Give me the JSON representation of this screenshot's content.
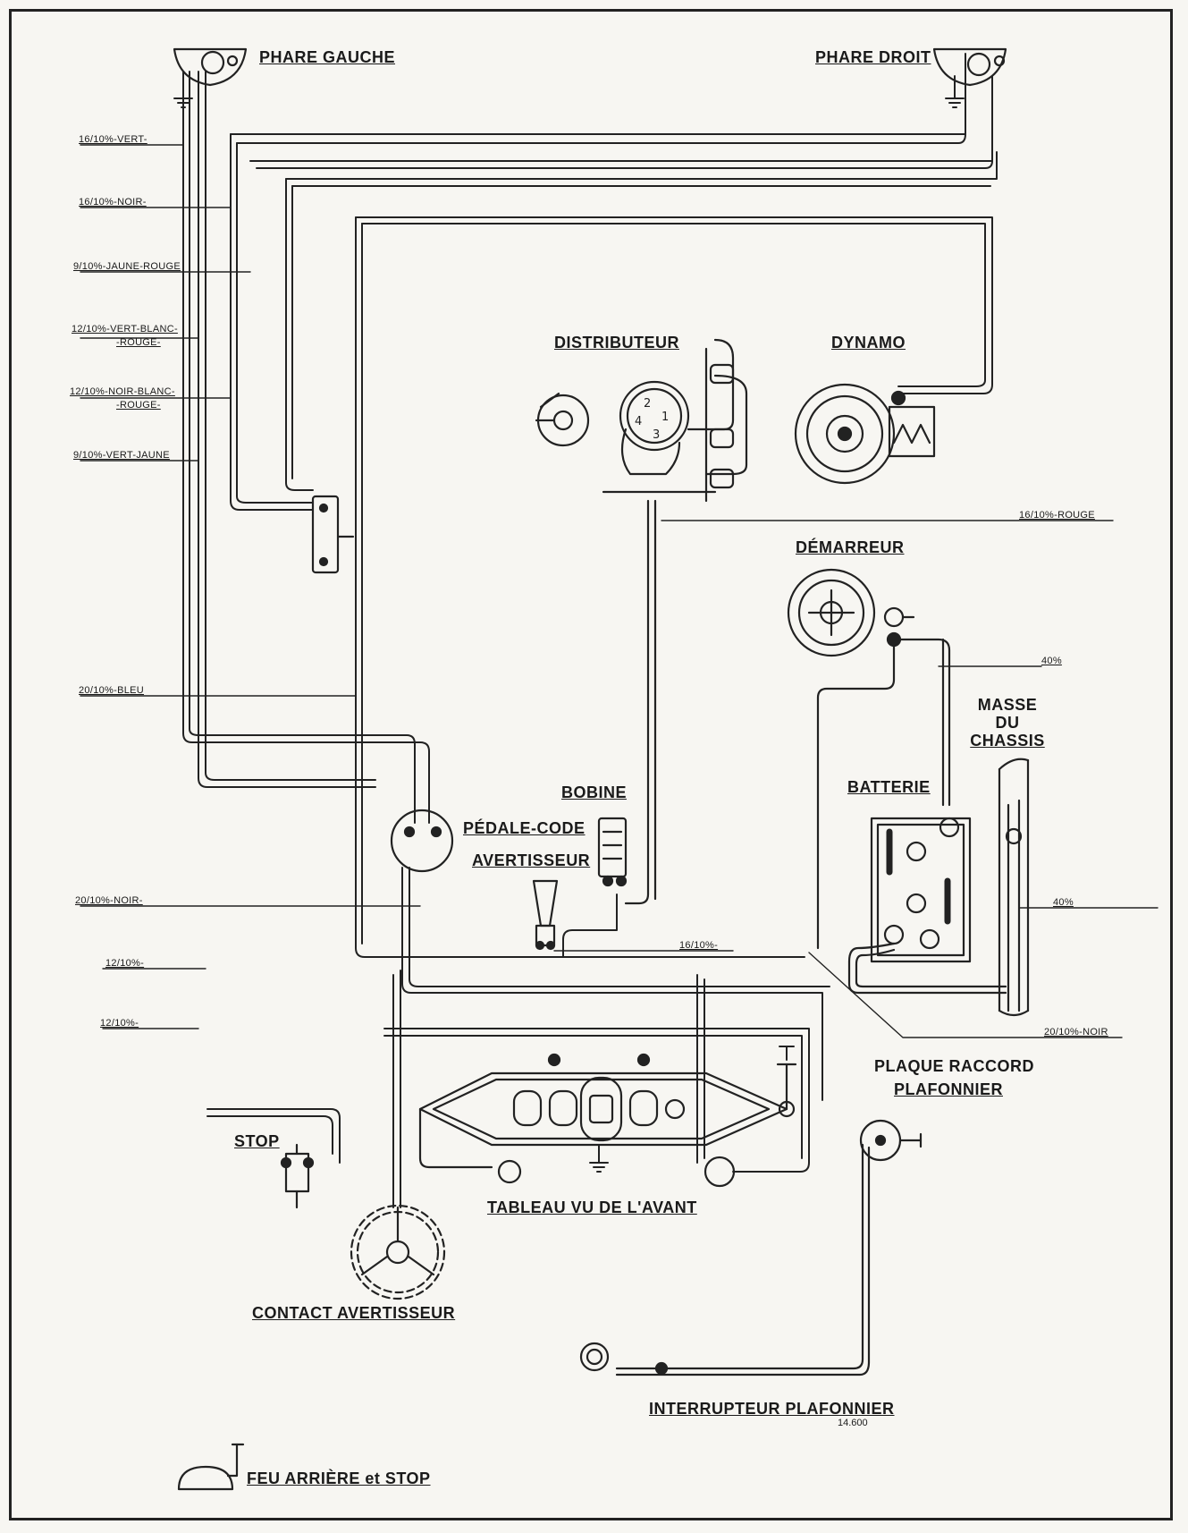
{
  "components": {
    "phare_gauche": "PHARE GAUCHE",
    "phare_droit": "PHARE DROIT",
    "distributeur": "DISTRIBUTEUR",
    "dynamo": "DYNAMO",
    "demarreur": "DÉMARREUR",
    "masse_du_chassis": [
      "MASSE",
      "DU",
      "CHASSIS"
    ],
    "batterie": "BATTERIE",
    "bobine": "BOBINE",
    "pedale_code": "PÉDALE-CODE",
    "avertisseur": "AVERTISSEUR",
    "plaque_raccord_plafonnier": [
      "PLAQUE RACCORD",
      "PLAFONNIER"
    ],
    "stop": "STOP",
    "tableau": "TABLEAU VU DE L'AVANT",
    "contact_avertisseur": "CONTACT AVERTISSEUR",
    "interrupteur_plafonnier": "INTERRUPTEUR PLAFONNIER",
    "feu_arriere": "FEU ARRIÈRE et STOP"
  },
  "wire_labels": {
    "vert": "16/10%-VERT-",
    "noir_16": "16/10%-NOIR-",
    "jaune_rouge": "9/10%-JAUNE-ROUGE",
    "vert_blanc_rouge": [
      "12/10%-VERT-BLANC-",
      "-ROUGE-"
    ],
    "noir_blanc_rouge": [
      "12/10%-NOIR-BLANC-",
      "-ROUGE-"
    ],
    "vert_jaune": "9/10%-VERT-JAUNE",
    "bleu": "20/10%-BLEU",
    "noir_20": "20/10%-NOIR-",
    "w12_a": "12/10%-",
    "w12_b": "12/10%-",
    "rouge": "16/10%-ROUGE",
    "w40_a": "40%",
    "w40_b": "40%",
    "w16_mid": "16/10%-",
    "noir_20_right": "20/10%-NOIR"
  },
  "distributeur_numbers": [
    "1",
    "2",
    "3",
    "4"
  ],
  "drawing_ref": "14.600"
}
